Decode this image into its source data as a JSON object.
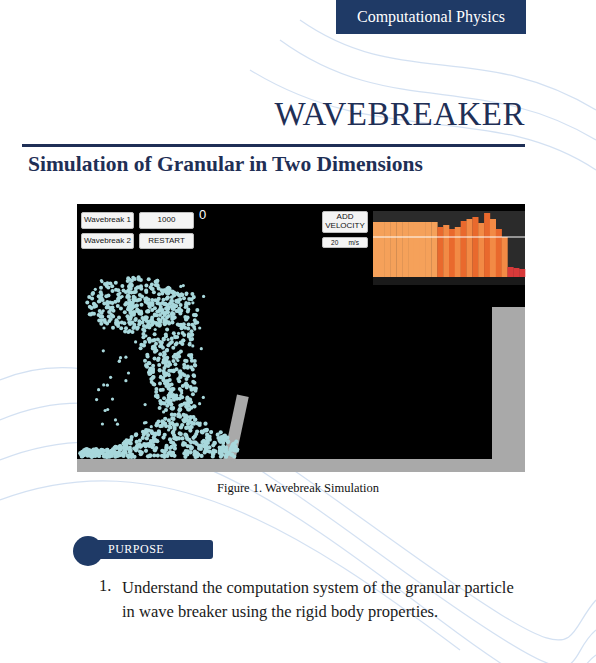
{
  "diagram": {
    "title": "WAVEBREAKER",
    "caption": "Figure 1. Wavebreak Simulation",
    "nodes": [
      {
        "text": [
          "Computational Physics"
        ]
      },
      {
        "text": [
          "Wavebreak 1"
        ]
      },
      {
        "text": [
          "1000"
        ]
      },
      {
        "text": [
          "Wavebreak 2"
        ]
      },
      {
        "text": [
          "RESTART"
        ]
      },
      {
        "text": [
          "ADD VELOCITY"
        ]
      },
      {
        "text": [
          "20",
          "m/s"
        ]
      },
      {
        "text": [
          "PURPOSE"
        ]
      }
    ],
    "labels": [
      "Simulation of Granular in Two Dimensions",
      "0",
      "1.",
      "Understand the computation system of the granular particle in wave breaker using the rigid body properties."
    ]
  }
}
